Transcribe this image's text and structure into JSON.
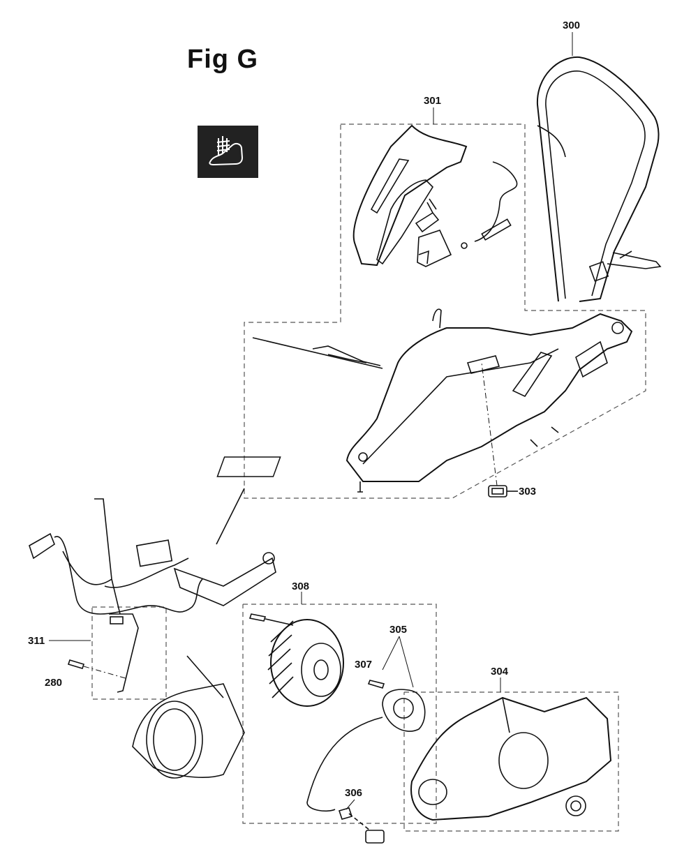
{
  "title": "Fig G",
  "icon": "hand-gear-icon",
  "callouts": {
    "p300": "300",
    "p301": "301",
    "p303": "303",
    "p308": "308",
    "p305": "305",
    "p307": "307",
    "p304": "304",
    "p311": "311",
    "p280": "280",
    "p306": "306"
  },
  "colors": {
    "line": "#111111",
    "dash": "#555555",
    "icon_bg": "#222222"
  }
}
